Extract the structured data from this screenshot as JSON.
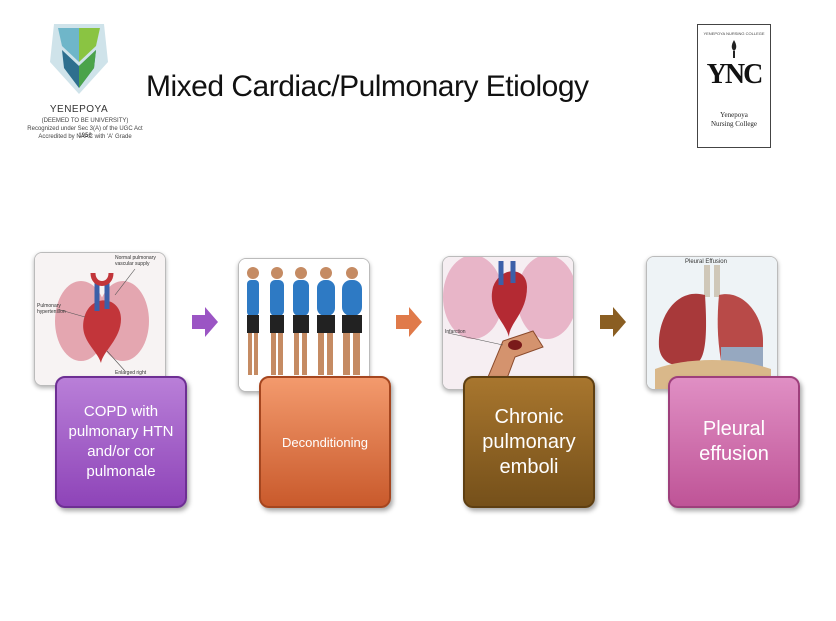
{
  "slide": {
    "title": "Mixed Cardiac/Pulmonary Etiology"
  },
  "logo_left": {
    "brand": "YENEPOYA",
    "line1": "(DEEMED TO BE UNIVERSITY)",
    "line2": "Recognized under Sec 3(A) of the UGC Act 1956",
    "line3": "Accredited by NAAC with 'A' Grade"
  },
  "logo_right": {
    "top_text": "YENEPOYA NURSING COLLEGE",
    "monogram": "YNC",
    "name_line1": "Yenepoya",
    "name_line2": "Nursing College"
  },
  "steps": [
    {
      "label": "COPD with pulmonary HTN and/or cor pulmonale",
      "color": "#9b55c4"
    },
    {
      "label": "Deconditioning",
      "color": "#e07a4a"
    },
    {
      "label": "Chronic pulmonary emboli",
      "color": "#8a5e22"
    },
    {
      "label": "Pleural effusion",
      "color": "#cf6aaa"
    }
  ],
  "images": [
    {
      "icon": "heart-lungs-icon",
      "labels": [
        "Normal pulmonary",
        "vascular supply",
        "Pulmonary",
        "hypertension",
        "Enlarged right"
      ]
    },
    {
      "icon": "people-weight-gain-icon"
    },
    {
      "icon": "pulmonary-embolism-icon",
      "labels": [
        "Infarction"
      ]
    },
    {
      "icon": "pleural-effusion-icon",
      "labels": [
        "Pleural Effusion"
      ]
    }
  ],
  "arrow_colors": [
    "#9b55c4",
    "#e07a4a",
    "#8a5e22"
  ]
}
